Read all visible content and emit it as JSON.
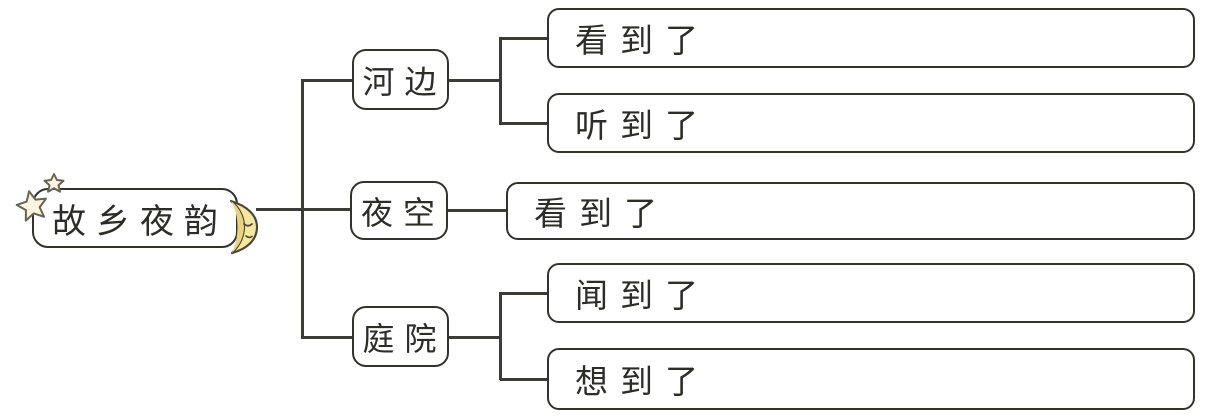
{
  "diagram": {
    "title_context": "mind-map",
    "root": {
      "label": "故乡夜韵"
    },
    "branches": [
      {
        "label": "河边",
        "children": [
          {
            "label": "看到了"
          },
          {
            "label": "听到了"
          }
        ]
      },
      {
        "label": "夜空",
        "children": [
          {
            "label": "看到了"
          }
        ]
      },
      {
        "label": "庭院",
        "children": [
          {
            "label": "闻到了"
          },
          {
            "label": "想到了"
          }
        ]
      }
    ],
    "decorations": {
      "stars_icon": "two-sparkle-stars",
      "moon_icon": "crescent-moon-with-face"
    },
    "colors": {
      "line": "#3c3c36",
      "node_border": "#33332d",
      "text": "#2d2d28",
      "star_fill": "#faf5df",
      "star_stroke": "#6b6352",
      "moon_fill": "#f6e79e",
      "moon_shade": "#e9d47e",
      "moon_stroke": "#4a463a",
      "background": "#ffffff"
    }
  }
}
